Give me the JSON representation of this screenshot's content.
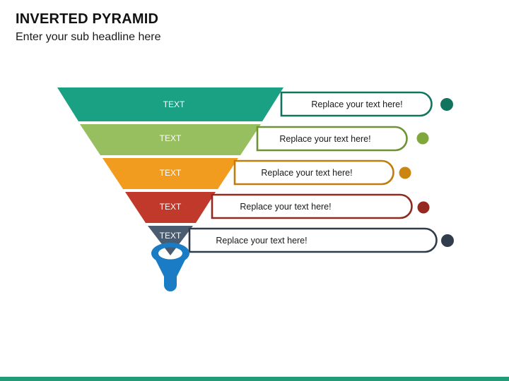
{
  "header": {
    "title": "INVERTED PYRAMID",
    "subtitle": "Enter your sub headline here"
  },
  "diagram": {
    "type": "inverted-pyramid-funnel",
    "spout_icon": "funnel-filter-icon",
    "spout_color": "#1a7cc4",
    "levels": [
      {
        "index": 1,
        "label": "TEXT",
        "callout": "Replace your text here!",
        "fill": "#1aa183",
        "outline": "#12745f",
        "bullet": "#12745f"
      },
      {
        "index": 2,
        "label": "TEXT",
        "callout": "Replace your text here!",
        "fill": "#97bf5f",
        "outline": "#6d9335",
        "bullet": "#7fa73c"
      },
      {
        "index": 3,
        "label": "TEXT",
        "callout": "Replace your text here!",
        "fill": "#f29c1f",
        "outline": "#c07d0c",
        "bullet": "#cc8511"
      },
      {
        "index": 4,
        "label": "TEXT",
        "callout": "Replace your text here!",
        "fill": "#c0392b",
        "outline": "#8e2a20",
        "bullet": "#95281f"
      },
      {
        "index": 5,
        "label": "TEXT",
        "callout": "Replace your text here!",
        "fill": "#4a5c70",
        "outline": "#2f3b49",
        "bullet": "#313d4c"
      }
    ]
  },
  "footer": {
    "accent_color": "#239b79"
  }
}
